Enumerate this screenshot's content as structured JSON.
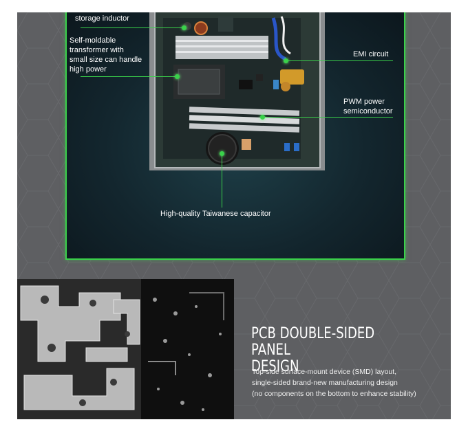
{
  "callouts": {
    "storage_inductor": "storage inductor",
    "transformer": [
      "Self-moldable",
      "transformer with",
      "small size can handle",
      "high power"
    ],
    "emi": "EMI circuit",
    "pwm": [
      "PWM power",
      "semiconductor"
    ],
    "capacitor": "High-quality Taiwanese capacitor"
  },
  "section": {
    "title_lines": [
      "PCB DOUBLE-SIDED PANEL",
      "DESIGN"
    ],
    "description_lines": [
      "Top-side surface-mount device (SMD) layout,",
      "single-sided brand-new manufacturing design",
      "(no components on the bottom to enhance stability)"
    ]
  },
  "colors": {
    "accent_green": "#3ad24a",
    "panel_gray": "#5e5f62",
    "dark_teal": "#13262e"
  }
}
